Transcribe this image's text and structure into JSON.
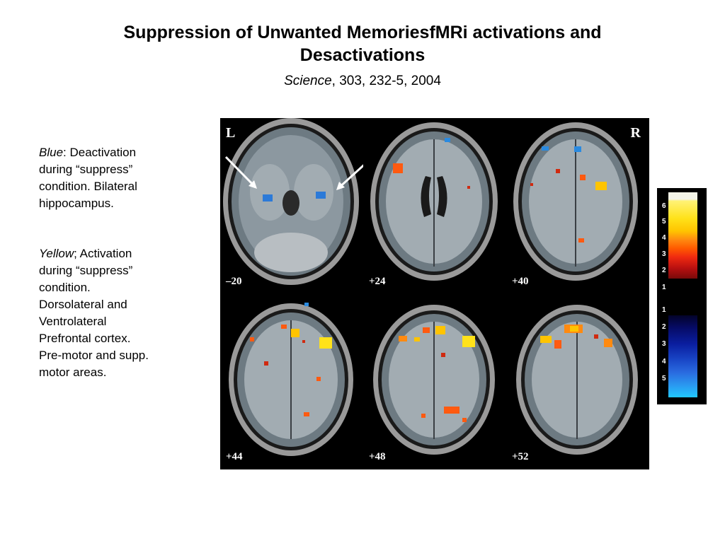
{
  "slide": {
    "title_line1": "Suppression of Unwanted MemoriesfMRi activations and",
    "title_line2": "Desactivations",
    "citation": {
      "journal": "Science",
      "details": ", 303, 232-5, 2004"
    },
    "notes": {
      "blue": {
        "color_word": "Blue",
        "lines": [
          ": Deactivation",
          "during “suppress”",
          "condition. Bilateral",
          "hippocampus."
        ]
      },
      "yellow": {
        "color_word": "Yellow",
        "lines": [
          "; Activation",
          "during “suppress”",
          "condition.",
          "Dorsolateral and",
          "Ventrolateral",
          "Prefrontal cortex.",
          "Pre-motor and supp.",
          "motor areas."
        ]
      }
    }
  },
  "figure": {
    "left_marker": "L",
    "right_marker": "R",
    "slices": [
      "–20",
      "+24",
      "+40",
      "+44",
      "+48",
      "+52"
    ]
  },
  "colorbar": {
    "activation_labels": [
      "6",
      "5",
      "4",
      "3",
      "2",
      "1"
    ],
    "deactivation_labels": [
      "1",
      "2",
      "3",
      "4",
      "5"
    ],
    "activation_colors": [
      "#f4f4e8",
      "#fff275",
      "#ffe21a",
      "#ffc400",
      "#ff8a10",
      "#ff5a00",
      "#f02a10",
      "#b81010",
      "#7a0a0a"
    ],
    "deactivation_colors": [
      "#03032a",
      "#060b66",
      "#0a1ea0",
      "#1a48c8",
      "#2a6ce0",
      "#2a98f0",
      "#22c8ff"
    ]
  }
}
